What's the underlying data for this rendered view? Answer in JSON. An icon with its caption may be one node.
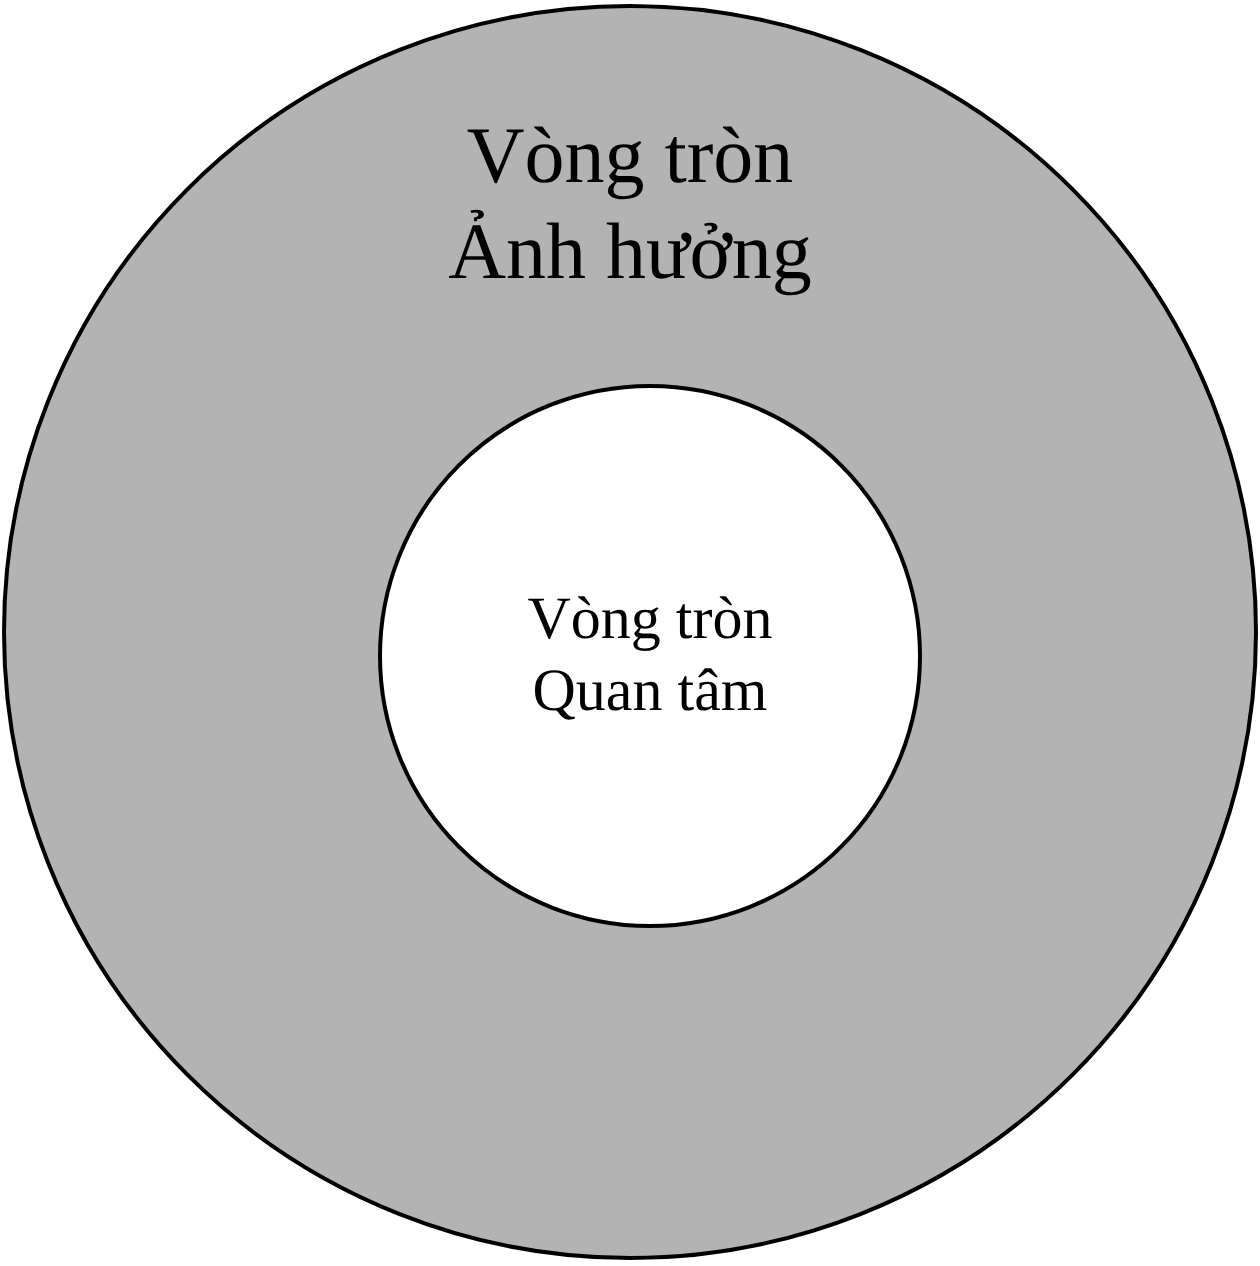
{
  "diagram": {
    "nodes": [
      {
        "text": [
          "Vòng tròn Ảnh hưởng"
        ]
      },
      {
        "text": [
          "Vòng tròn Quan tâm"
        ],
        "in": 0
      }
    ]
  }
}
